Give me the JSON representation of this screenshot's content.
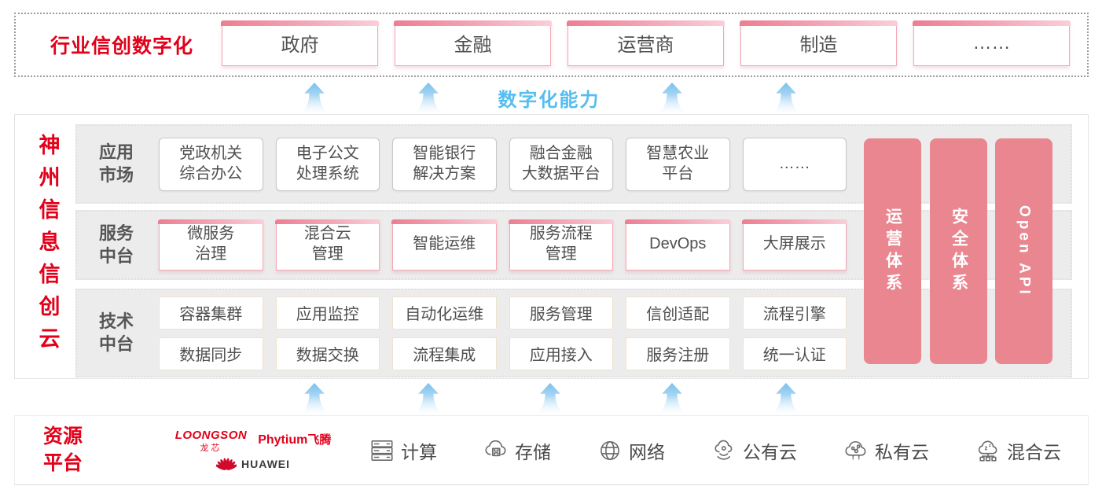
{
  "colors": {
    "brand_red": "#e2001a",
    "pillar_pink": "#e9868f",
    "capability_blue": "#55bdf0"
  },
  "top_band": {
    "title": "行业信创数字化",
    "industries": [
      "政府",
      "金融",
      "运营商",
      "制造",
      "……"
    ]
  },
  "capability_label": "数字化能力",
  "platform": {
    "vertical_title": "神州信息信创云",
    "app_market": {
      "label": "应用\n市场",
      "items": [
        "党政机关\n综合办公",
        "电子公文\n处理系统",
        "智能银行\n解决方案",
        "融合金融\n大数据平台",
        "智慧农业\n平台",
        "……"
      ]
    },
    "service_platform": {
      "label": "服务\n中台",
      "items": [
        "微服务\n治理",
        "混合云\n管理",
        "智能运维",
        "服务流程\n管理",
        "DevOps",
        "大屏展示"
      ]
    },
    "tech_platform": {
      "label": "技术\n中台",
      "top_row": [
        "容器集群",
        "应用监控",
        "自动化运维",
        "服务管理",
        "信创适配",
        "流程引擎"
      ],
      "bottom_row": [
        "数据同步",
        "数据交换",
        "流程集成",
        "应用接入",
        "服务注册",
        "统一认证"
      ]
    },
    "pillars": [
      "运营体系",
      "安全体系",
      "Open API"
    ]
  },
  "resource_band": {
    "title": "资源\n平台",
    "vendors": {
      "loongson_en": "LOONGSON",
      "loongson_cn": "龙芯",
      "phytium_en": "Phytium",
      "phytium_cn": "飞腾",
      "huawei": "HUAWEI"
    },
    "items": [
      {
        "icon": "compute-icon",
        "label": "计算"
      },
      {
        "icon": "storage-icon",
        "label": "存储"
      },
      {
        "icon": "network-icon",
        "label": "网络"
      },
      {
        "icon": "public-cloud-icon",
        "label": "公有云"
      },
      {
        "icon": "private-cloud-icon",
        "label": "私有云"
      },
      {
        "icon": "hybrid-cloud-icon",
        "label": "混合云"
      }
    ]
  }
}
